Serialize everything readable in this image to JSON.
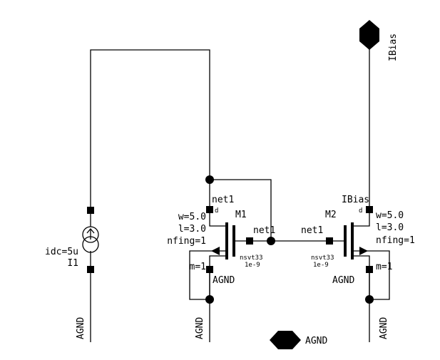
{
  "pins": {
    "ibias": "IBias",
    "agnd": "AGND"
  },
  "nets": {
    "net1_top": "net1",
    "net1_m1_gate": "net1",
    "net1_m2_gate": "net1",
    "ibias_drain": "IBias",
    "agnd_m1_source": "AGND",
    "agnd_m2_source": "AGND"
  },
  "supply_labels": {
    "i1": "AGND",
    "m1": "AGND",
    "m2": "AGND"
  },
  "current_source": {
    "name": "I1",
    "value": "idc=5u"
  },
  "m1": {
    "name": "M1",
    "w": "w=5.0",
    "l": "l=3.0",
    "nfing": "nfing=1",
    "m": "m=1",
    "model": "nsvt33",
    "extra": "1e-9",
    "d_mark": "d"
  },
  "m2": {
    "name": "M2",
    "w": "w=5.0",
    "l": "l=3.0",
    "nfing": "nfing=1",
    "m": "m=1",
    "model": "nsvt33",
    "extra": "1e-9",
    "d_mark": "d"
  }
}
